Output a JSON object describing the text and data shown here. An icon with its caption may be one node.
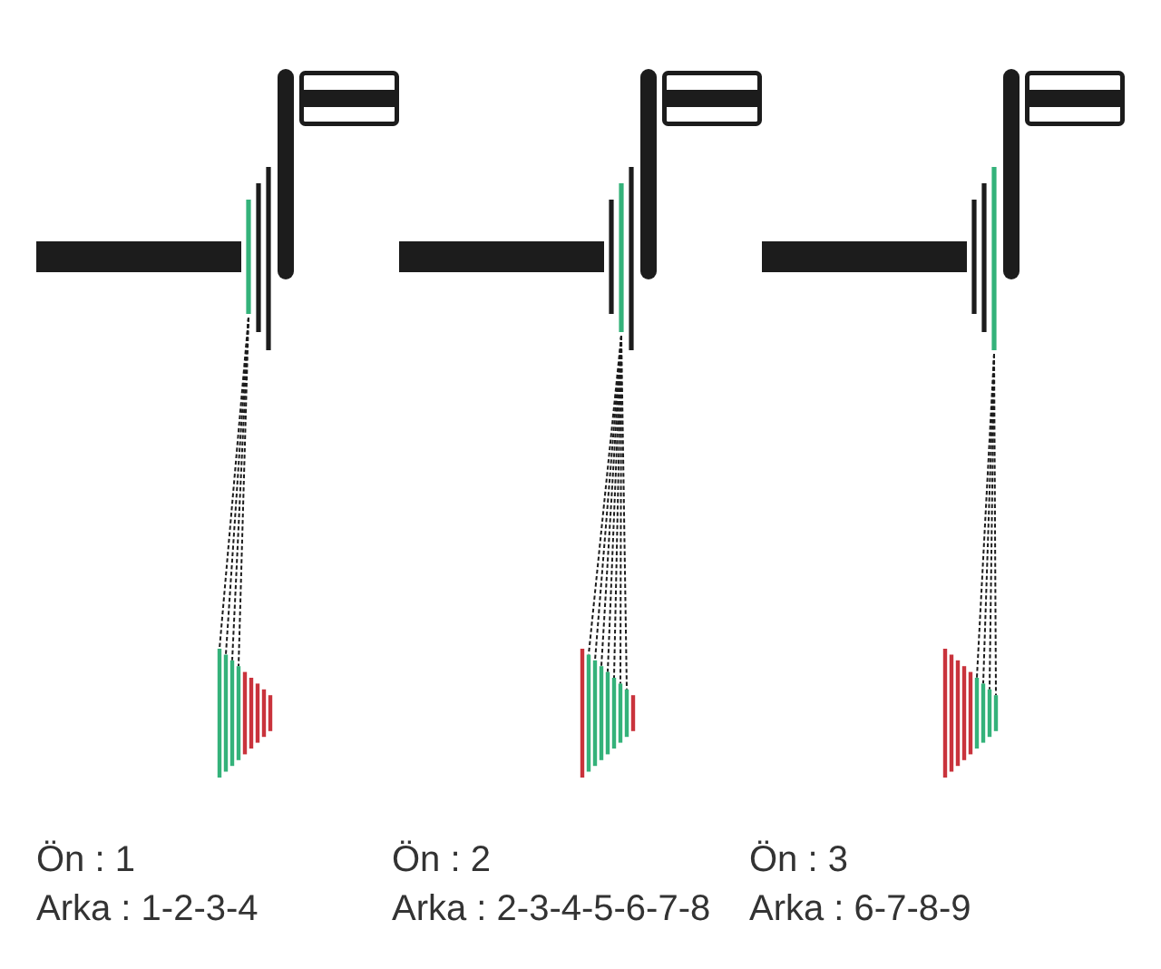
{
  "diagram": {
    "labels": [
      "Ön : 1",
      "Arka : 1-2-3-4",
      "Ön : 2",
      "Arka : 2-3-4-5-6-7-8",
      "Ön : 3",
      "Arka : 6-7-8-9"
    ]
  }
}
